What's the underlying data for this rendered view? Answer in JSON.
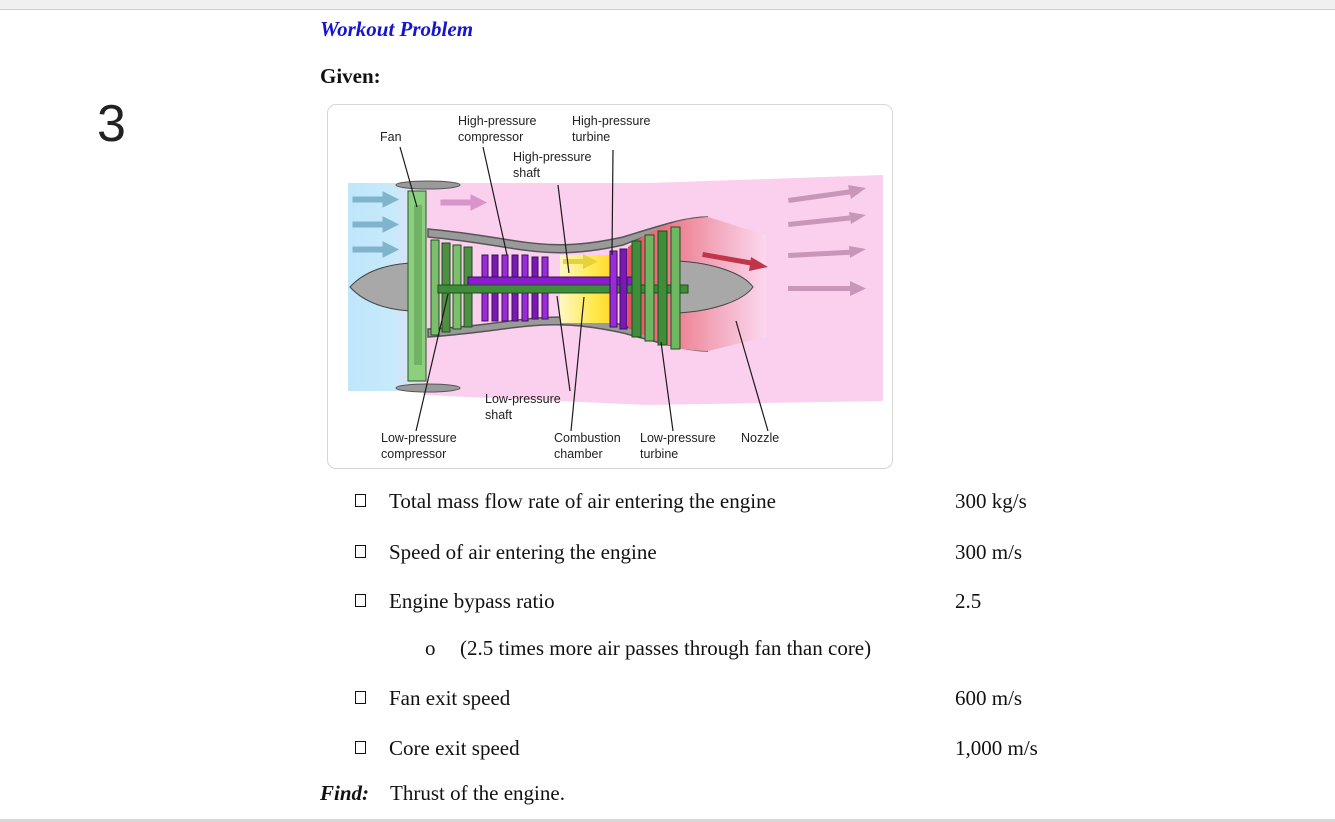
{
  "page_number": "3",
  "heading": "Workout Problem",
  "given_label": "Given:",
  "diagram": {
    "labels": {
      "fan": "Fan",
      "hp_compressor_1": "High-pressure",
      "hp_compressor_2": "compressor",
      "hp_turbine_1": "High-pressure",
      "hp_turbine_2": "turbine",
      "hp_shaft_1": "High-pressure",
      "hp_shaft_2": "shaft",
      "lp_shaft_1": "Low-pressure",
      "lp_shaft_2": "shaft",
      "lp_compressor_1": "Low-pressure",
      "lp_compressor_2": "compressor",
      "combustion_1": "Combustion",
      "combustion_2": "chamber",
      "lp_turbine_1": "Low-pressure",
      "lp_turbine_2": "turbine",
      "nozzle": "Nozzle"
    }
  },
  "given_items": [
    {
      "label": "Total mass flow rate of air entering the engine",
      "value": "300 kg/s"
    },
    {
      "label": "Speed of air entering the engine",
      "value": "300 m/s"
    },
    {
      "label": "Engine bypass ratio",
      "value": "2.5"
    },
    {
      "label": "Fan exit speed",
      "value": "600 m/s"
    },
    {
      "label": "Core exit speed",
      "value": "1,000 m/s"
    }
  ],
  "sub_item": {
    "bullet": "o",
    "text": "(2.5 times more air passes through fan than core)"
  },
  "find": {
    "label": "Find:",
    "text": "Thrust of the engine."
  }
}
